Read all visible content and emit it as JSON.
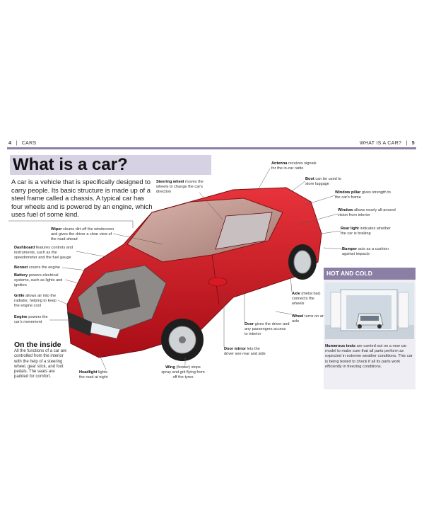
{
  "header": {
    "left_page_number": "4",
    "left_section": "CARS",
    "right_section": "WHAT IS A CAR?",
    "right_page_number": "5"
  },
  "title": "What is a car?",
  "intro": "A car is a vehicle that is specifically designed to carry people. Its basic structure is made up of a steel frame called a chassis. A typical car has four wheels and is powered by an engine, which uses fuel of some kind.",
  "labels": {
    "wiper": {
      "term": "Wiper",
      "text": "cleans dirt off the windscreen and gives the driver a clear view of the road ahead"
    },
    "dashboard": {
      "term": "Dashboard",
      "text": "features controls and instruments, such as the speedometer and the fuel gauge"
    },
    "bonnet": {
      "term": "Bonnet",
      "text": "covers the engine"
    },
    "battery": {
      "term": "Battery",
      "text": "powers electrical systems, such as lights and ignition"
    },
    "grille": {
      "term": "Grille",
      "text": "allows air into the radiator, helping to keep the engine cool"
    },
    "engine": {
      "term": "Engine",
      "text": "powers the car's movement"
    },
    "steering": {
      "term": "Steering wheel",
      "text": "moves the wheels to change the car's direction"
    },
    "antenna": {
      "term": "Antenna",
      "text": "receives signals for the in-car radio"
    },
    "boot": {
      "term": "Boot",
      "text": "can be used to store luggage"
    },
    "window_pillar": {
      "term": "Window pillar",
      "text": "gives strength to the car's frame"
    },
    "window": {
      "term": "Window",
      "text": "allows nearly all-around vision from interior"
    },
    "rear_light": {
      "term": "Rear light",
      "text": "indicates whether the car is braking"
    },
    "bumper": {
      "term": "Bumper",
      "text": "acts as a cushion against impacts"
    },
    "axle": {
      "term": "Axle",
      "text": "(metal bar) connects the wheels"
    },
    "wheel": {
      "term": "Wheel",
      "text": "turns on an axle"
    },
    "door": {
      "term": "Door",
      "text": "gives the driver and any passengers access to interior"
    },
    "door_mirror": {
      "term": "Door mirror",
      "text": "lets the driver see rear and side"
    },
    "wing": {
      "term": "Wing",
      "text": "(fender) stops spray and grit flying from off the tyres"
    },
    "headlight": {
      "term": "Headlight",
      "text": "lights the road at night"
    }
  },
  "inside": {
    "heading": "On the inside",
    "text": "All the functions of a car are controlled from the interior with the help of a steering wheel, gear stick, and foot pedals. The seats are padded for comfort."
  },
  "hot_cold": {
    "heading": "HOT AND COLD",
    "term": "Numerous tests",
    "text": "are carried out on a new car model to make sure that all parts perform as expected in extreme weather conditions. This car is being tested to check if all its parts work efficiently in freezing conditions."
  },
  "colors": {
    "accent": "#8c7fa6",
    "title_band": "#d6d1e3",
    "car_red": "#c8141e"
  }
}
